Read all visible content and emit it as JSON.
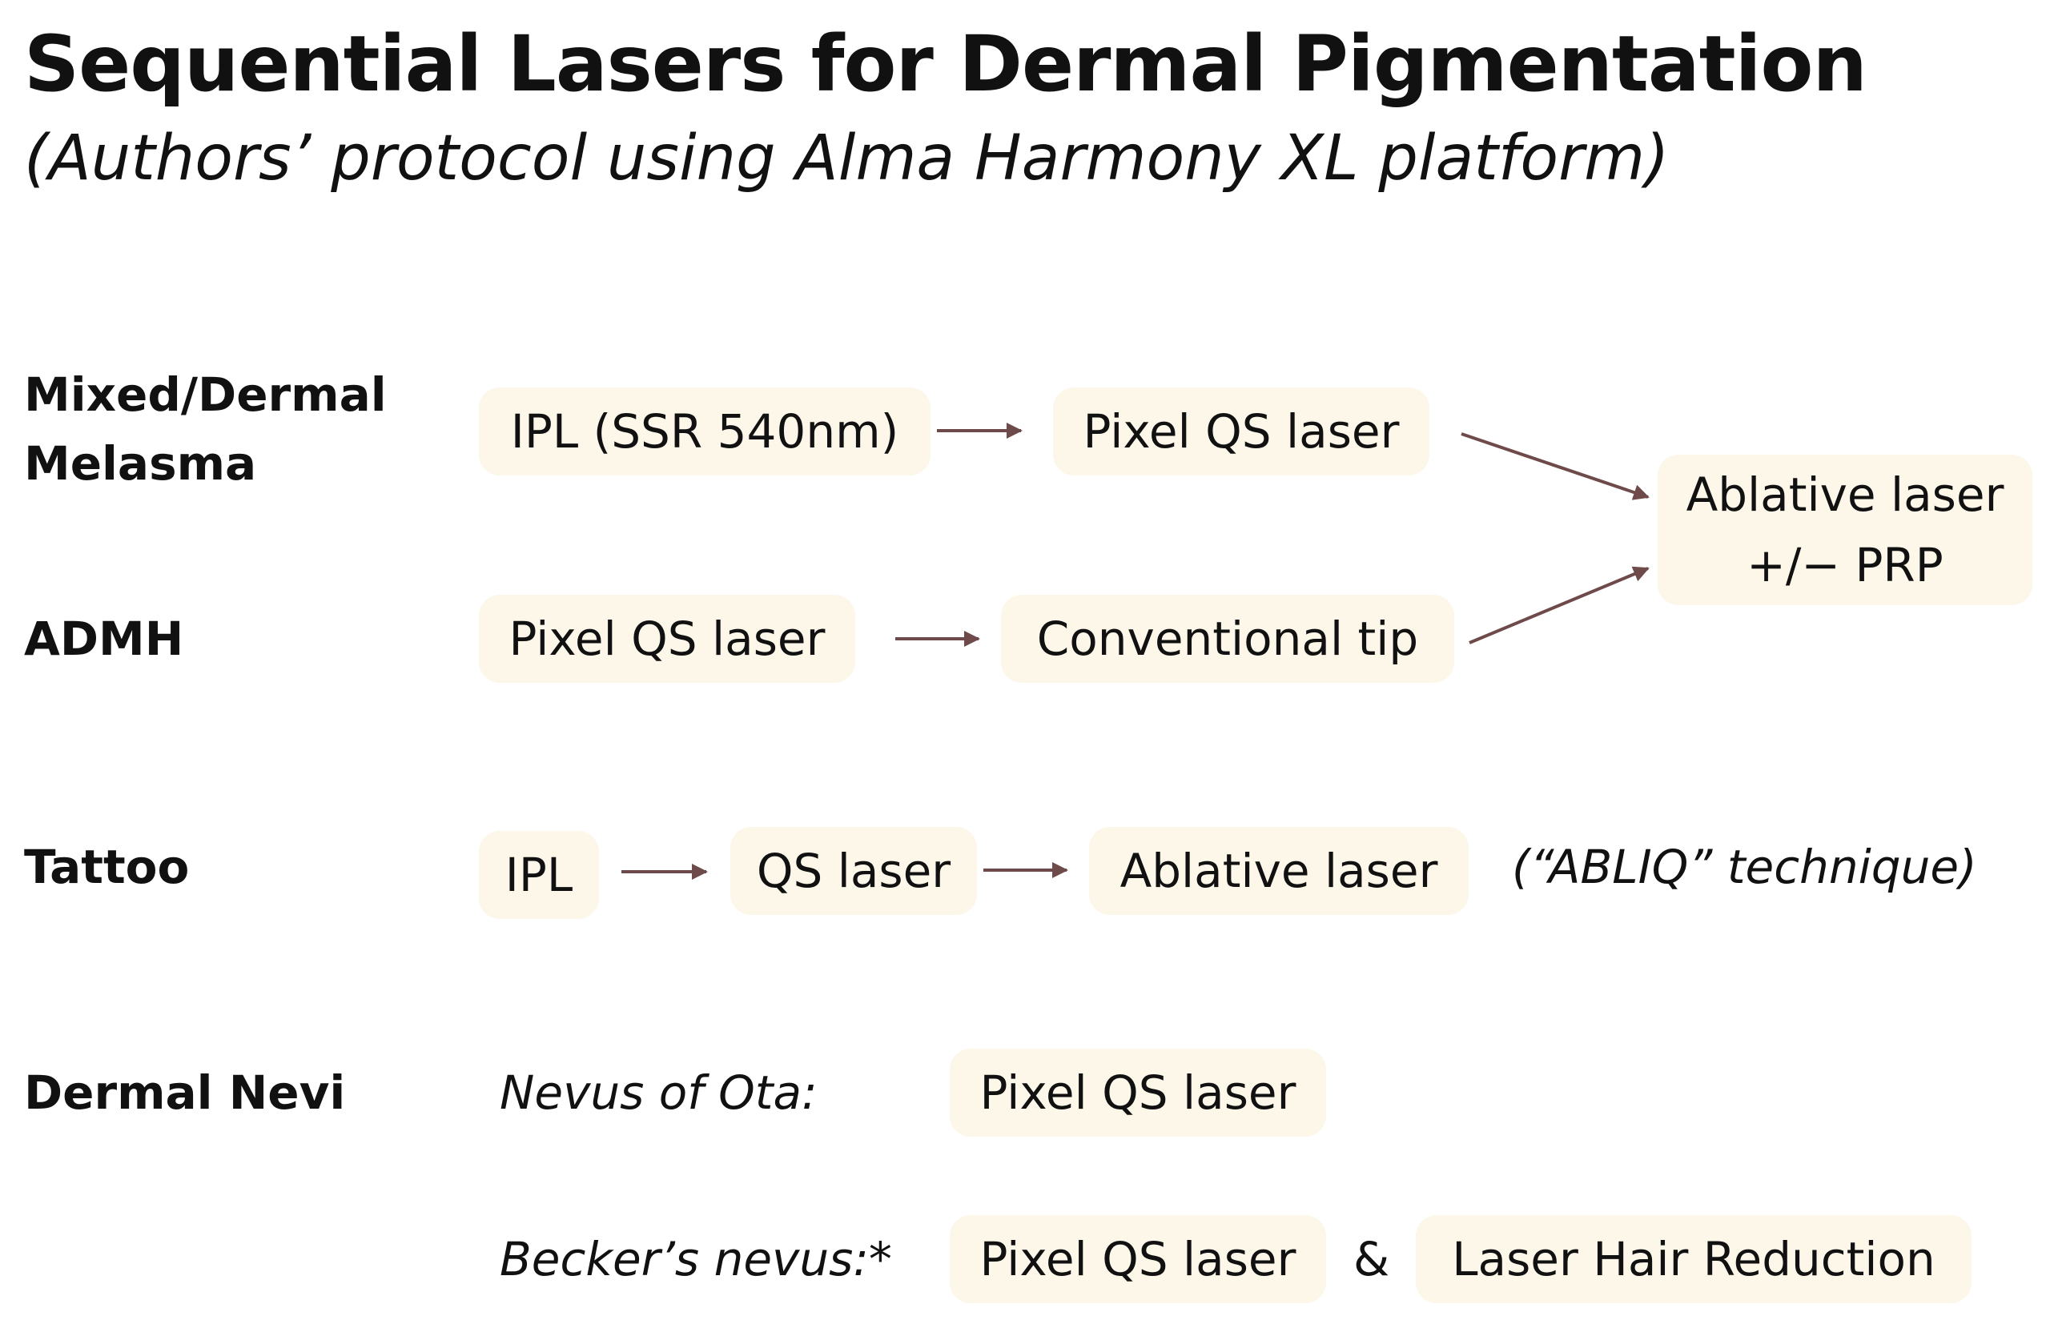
{
  "title": "Sequential  Lasers for Dermal Pigmentation",
  "subtitle": "(Authors’ protocol using Alma Harmony XL platform)",
  "rows": {
    "melasma": {
      "label_line1": "Mixed/Dermal",
      "label_line2": "Melasma",
      "step1": "IPL (SSR 540nm)",
      "step2": "Pixel QS laser"
    },
    "admh": {
      "label": "ADMH",
      "step1": "Pixel QS laser",
      "step2": "Conventional tip"
    },
    "merge": {
      "line1": "Ablative laser",
      "line2": "+/− PRP"
    },
    "tattoo": {
      "label": "Tattoo",
      "step1": "IPL",
      "step2": "QS laser",
      "step3": "Ablative laser",
      "note": "(“ABLIQ” technique)"
    },
    "nevi": {
      "label": "Dermal Nevi",
      "ota_label": "Nevus of Ota:",
      "ota_step": "Pixel QS laser",
      "becker_label": "Becker’s nevus:*",
      "becker_step1": "Pixel QS laser",
      "amp": "&",
      "becker_step2": "Laser Hair Reduction"
    }
  },
  "colors": {
    "box_fill": "#fdf7ea",
    "arrow": "#6e4a4a",
    "text": "#111111"
  }
}
